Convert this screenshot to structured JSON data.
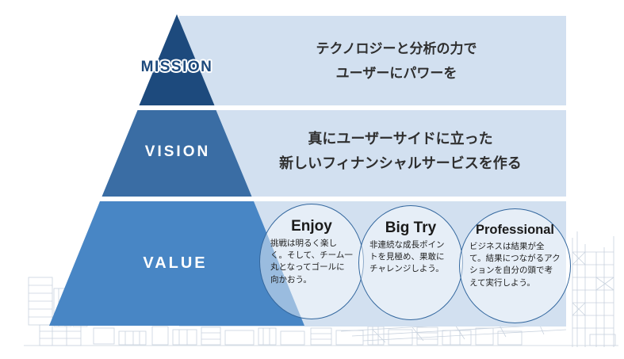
{
  "pyramid": {
    "mission": {
      "label": "MISSION",
      "line1": "テクノロジーと分析の力で",
      "line2": "ユーザーにパワーを"
    },
    "vision": {
      "label": "VISION",
      "line1": "真にユーザーサイドに立った",
      "line2": "新しいフィナンシャルサービスを作る"
    },
    "value": {
      "label": "VALUE"
    }
  },
  "value_circles": [
    {
      "title": "Enjoy",
      "body": "挑戦は明るく楽しく。そして、チーム一丸となってゴールに向かおう。"
    },
    {
      "title": "Big Try",
      "body": "非連続な成長ポイントを見極め、果敢にチャレンジしよう。"
    },
    {
      "title": "Professional",
      "body": "ビジネスは結果が全て。結果につながるアクションを自分の頭で考えて実行しよう。"
    }
  ],
  "colors": {
    "mission_navy": "#1d4a7d",
    "vision_blue": "#3a6da4",
    "value_blue": "#4886c5",
    "band_light_blue": "#d2e0f0",
    "circle_border": "#33679e",
    "body_text": "#2f2f2f",
    "label_white": "#ffffff",
    "cityscape_line": "#c6d0dd"
  }
}
